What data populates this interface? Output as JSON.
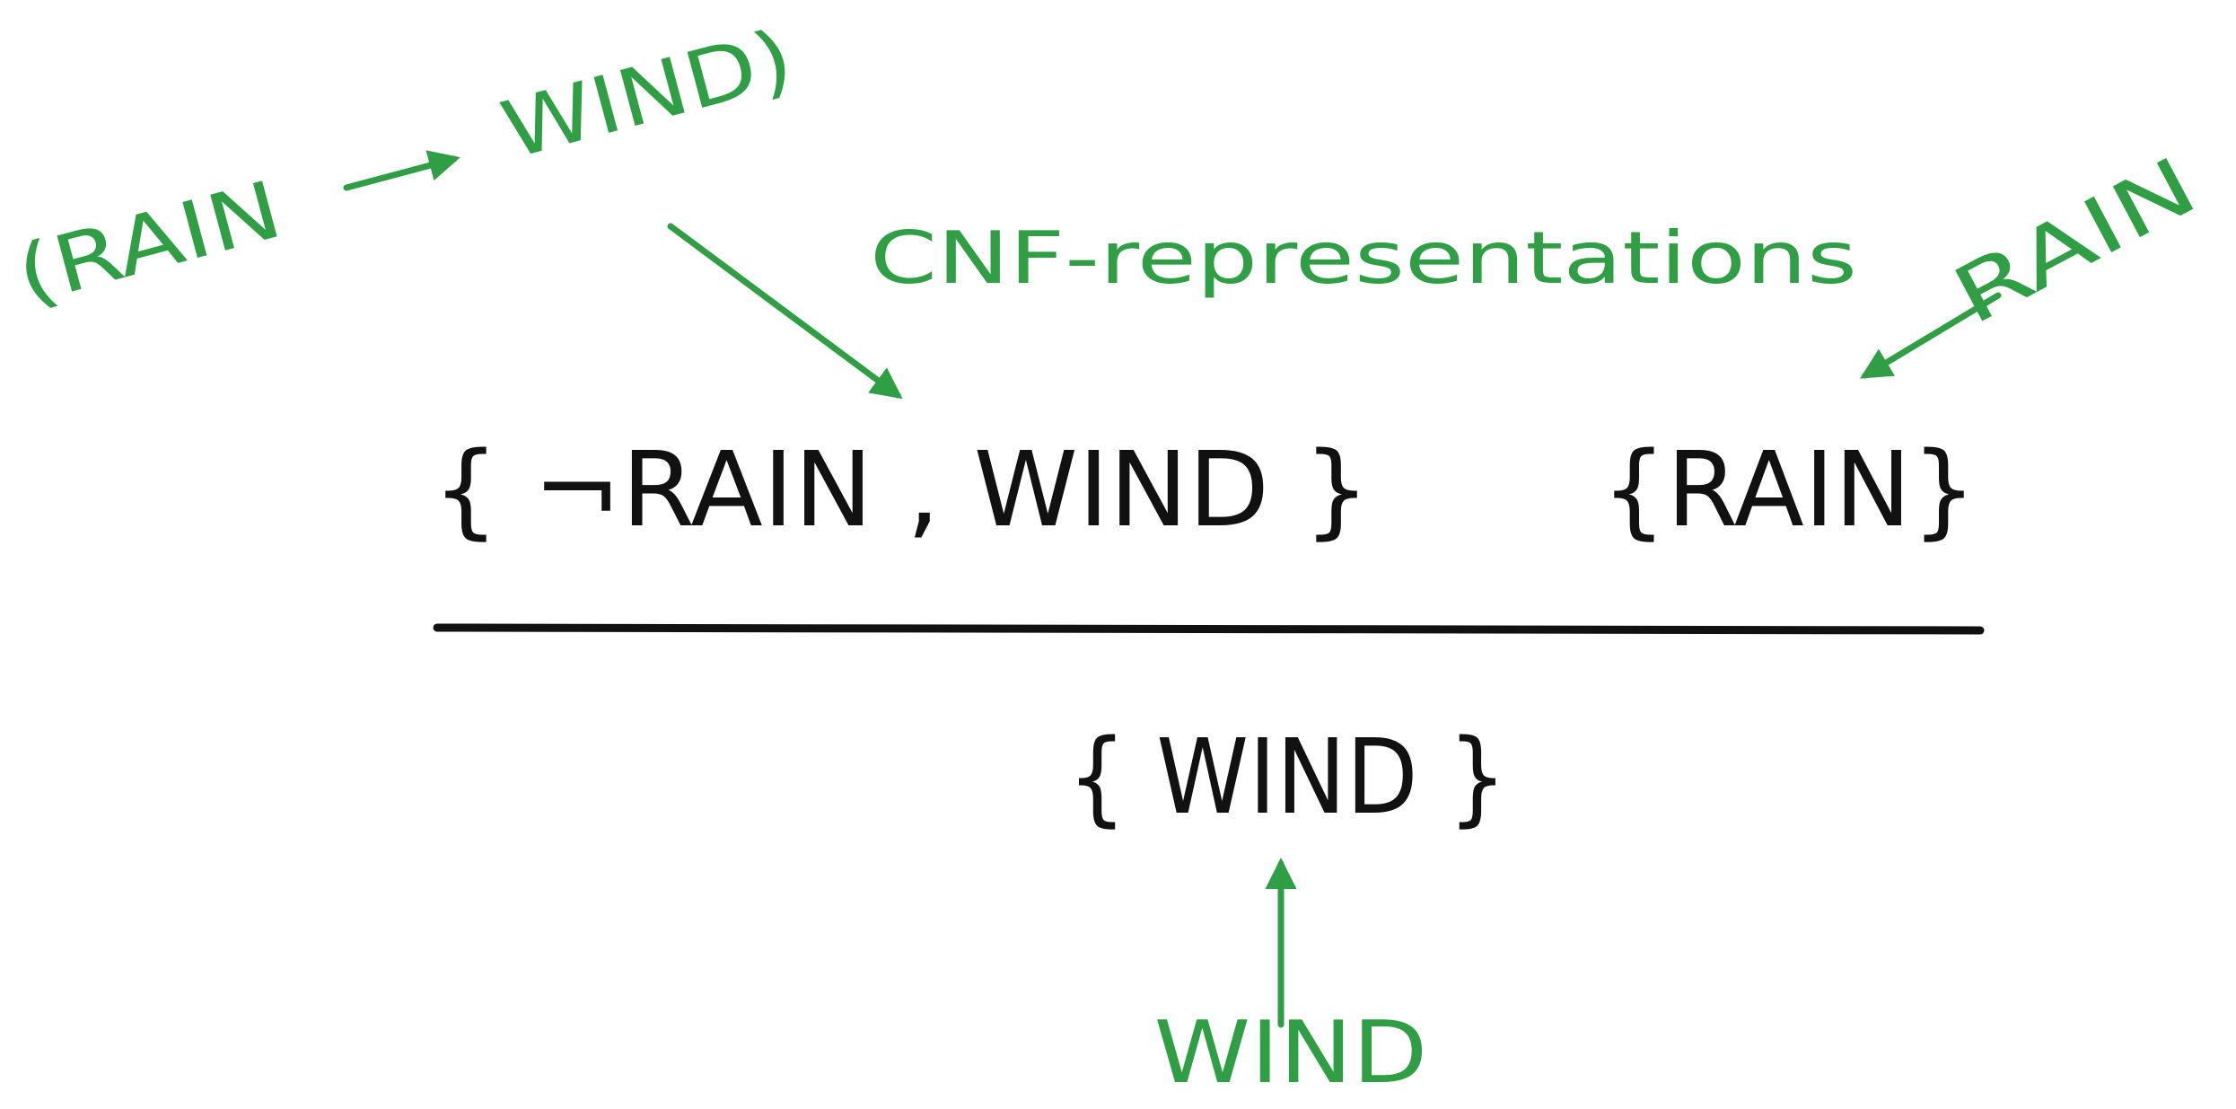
{
  "colors": {
    "ink": "#111111",
    "annotation": "#2f9e44",
    "background": "#ffffff"
  },
  "annotations": {
    "implication_left": "(RAIN",
    "implication_right": "WIND)",
    "cnf_label": "CNF-representations",
    "rain_label": "RAIN",
    "wind_label": "WIND"
  },
  "rule": {
    "premise_1": "{ ¬RAIN , WIND }",
    "premise_2": "{RAIN}",
    "conclusion": "{ WIND }"
  }
}
